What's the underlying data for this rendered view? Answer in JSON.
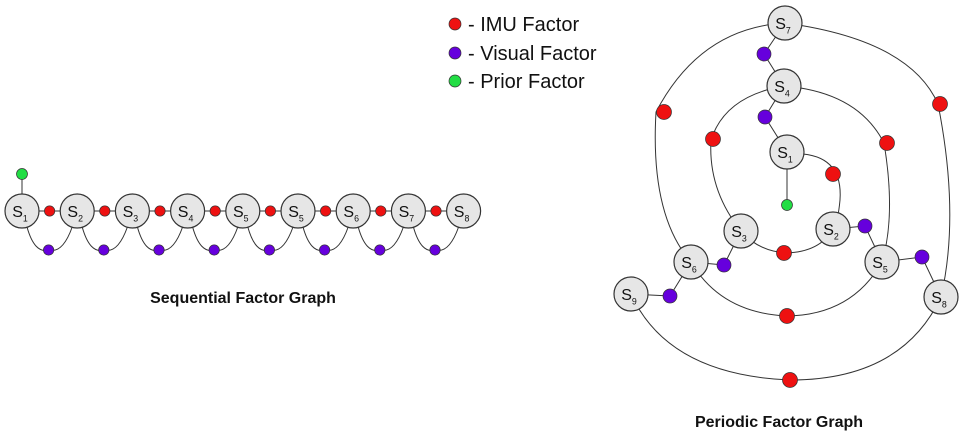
{
  "colors": {
    "imu": "#ee1111",
    "visual": "#6600dd",
    "prior": "#22dd44"
  },
  "legend": {
    "imu_label": "- IMU Factor",
    "visual_label": "- Visual Factor",
    "prior_label": "- Prior Factor"
  },
  "sequential": {
    "caption": "Sequential Factor Graph",
    "states": [
      {
        "main": "S",
        "sub": "1"
      },
      {
        "main": "S",
        "sub": "2"
      },
      {
        "main": "S",
        "sub": "3"
      },
      {
        "main": "S",
        "sub": "4"
      },
      {
        "main": "S",
        "sub": "5"
      },
      {
        "main": "S",
        "sub": "5"
      },
      {
        "main": "S",
        "sub": "6"
      },
      {
        "main": "S",
        "sub": "7"
      },
      {
        "main": "S",
        "sub": "8"
      }
    ]
  },
  "periodic": {
    "caption": "Periodic Factor Graph",
    "states": [
      {
        "main": "S",
        "sub": "1"
      },
      {
        "main": "S",
        "sub": "2"
      },
      {
        "main": "S",
        "sub": "3"
      },
      {
        "main": "S",
        "sub": "4"
      },
      {
        "main": "S",
        "sub": "5"
      },
      {
        "main": "S",
        "sub": "6"
      },
      {
        "main": "S",
        "sub": "7"
      },
      {
        "main": "S",
        "sub": "8"
      },
      {
        "main": "S",
        "sub": "9"
      }
    ]
  }
}
